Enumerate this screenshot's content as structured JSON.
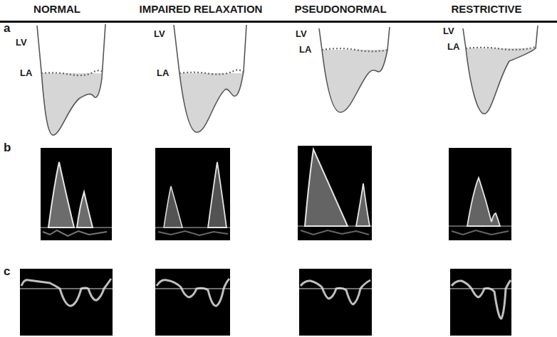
{
  "diagram": {
    "labels": [
      "NORMAL",
      "IMPAIRED RELAXATION",
      "PSEUDONORMAL",
      "RESTRICTIVE",
      "a",
      "LV",
      "LA",
      "LV",
      "LA",
      "LV",
      "LA",
      "LV",
      "LA",
      "b",
      "c"
    ]
  }
}
